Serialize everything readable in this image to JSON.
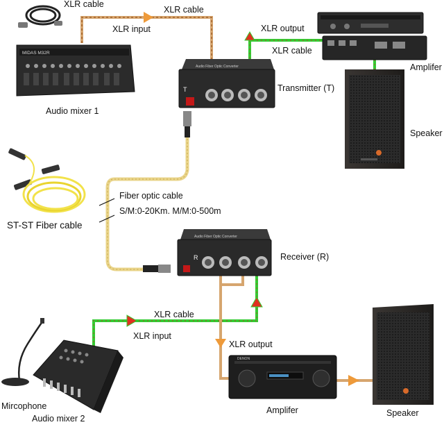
{
  "labels": {
    "xlr_cable_top_left": "XLR cable",
    "xlr_cable_top_mid": "XLR cable",
    "xlr_input_top": "XLR input",
    "xlr_output_top": "XLR output",
    "xlr_cable_top_right": "XLR cable",
    "amplifier_top": "Amplifer",
    "transmitter": "Transmitter (T)",
    "audio_mixer_1": "Audio mixer 1",
    "speaker_top": "Speaker",
    "fiber_optic_cable": "Fiber optic cable",
    "distance_spec": "S/M:0-20Km. M/M:0-500m",
    "st_st_fiber": "ST-ST Fiber cable",
    "receiver": "Receiver (R)",
    "xlr_cable_bottom": "XLR cable",
    "xlr_input_bottom": "XLR input",
    "xlr_output_bottom": "XLR output",
    "microphone": "Mircophone",
    "audio_mixer_2": "Audio mixer 2",
    "amplifier_bottom": "Amplifer",
    "speaker_bottom": "Speaker"
  },
  "device_text": {
    "mixer1_brand": "MIDAS M32R",
    "converter_title": "Audio Fiber Optic Converter",
    "transmitter_mark": "T",
    "receiver_mark": "R",
    "avr_brand": "DENON"
  },
  "colors": {
    "xlr_cable": "#d6a56e",
    "fiber_cable": "#e9d48a",
    "signal_green": "#33cc33",
    "arrow_orange": "#ee9a3a",
    "arrow_red": "#e03020",
    "device_dark": "#2a2a2a"
  }
}
